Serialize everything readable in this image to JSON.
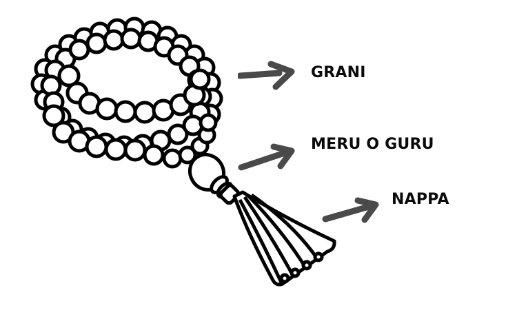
{
  "diagram": {
    "subject": "mala",
    "labels": [
      {
        "id": "grani",
        "text": "GRANI"
      },
      {
        "id": "meru",
        "text": "MERU O GURU"
      },
      {
        "id": "nappa",
        "text": "NAPPA"
      }
    ],
    "colors": {
      "background": "#ffffff",
      "outline": "#000000",
      "arrow": "#4a4a4a",
      "label": "#0a0a0a"
    }
  }
}
